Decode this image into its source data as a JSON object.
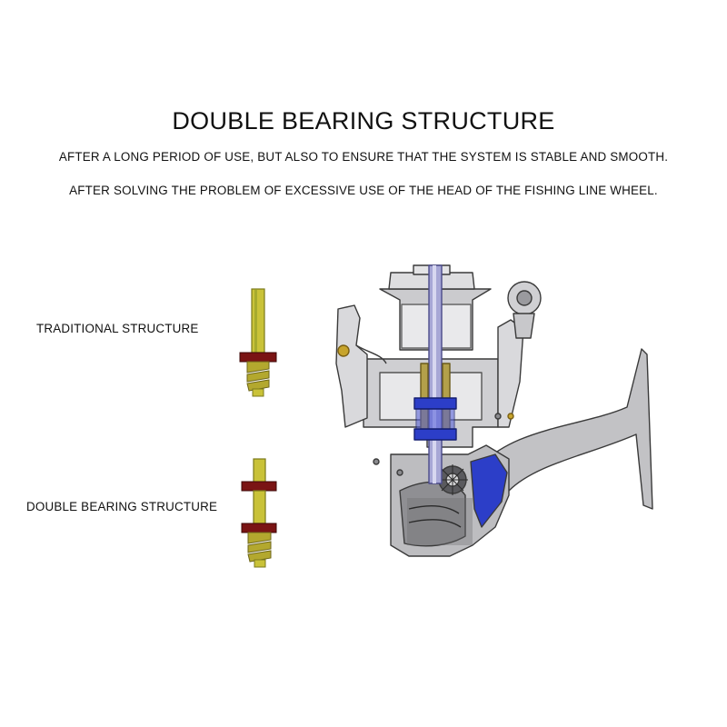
{
  "heading": {
    "title": "DOUBLE BEARING STRUCTURE",
    "line1": "AFTER A LONG PERIOD OF USE, BUT ALSO TO ENSURE THAT THE SYSTEM IS STABLE AND SMOOTH.",
    "line2": "AFTER SOLVING THE PROBLEM OF EXCESSIVE USE OF THE HEAD OF THE FISHING LINE WHEEL."
  },
  "diagram": {
    "traditional_label": "TRADITIONAL STRUCTURE",
    "double_label": "DOUBLE BEARING STRUCTURE"
  },
  "colors": {
    "shaft": "#c9c238",
    "shaft_outline": "#7b7a1c",
    "bearing": "#7a1414",
    "reel_body": "#b9b9bc",
    "reel_outline": "#3a3a3a",
    "bearing_blue": "#2c3ec8",
    "gear_dark": "#4c4c50"
  }
}
